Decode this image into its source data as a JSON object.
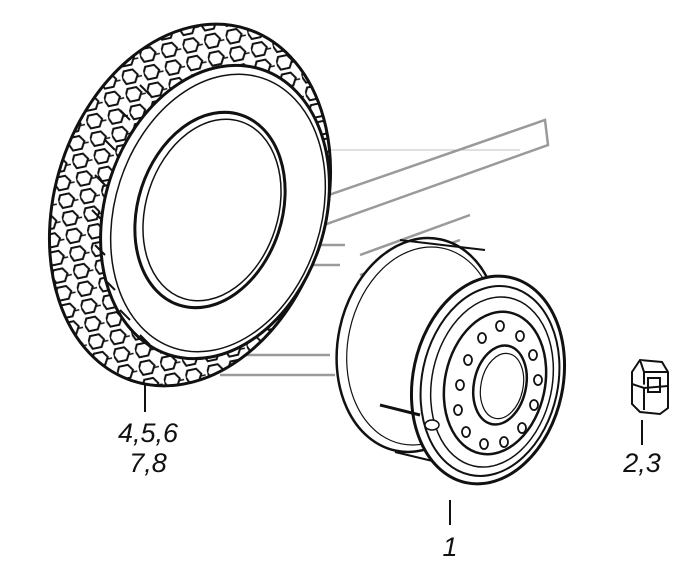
{
  "callouts": {
    "tire_line1": "4,5,6",
    "tire_line2": "7,8",
    "wheel": "1",
    "weight": "2,3"
  },
  "colors": {
    "ink": "#111111",
    "watermark": "#9a9a9a",
    "background": "#ffffff"
  }
}
